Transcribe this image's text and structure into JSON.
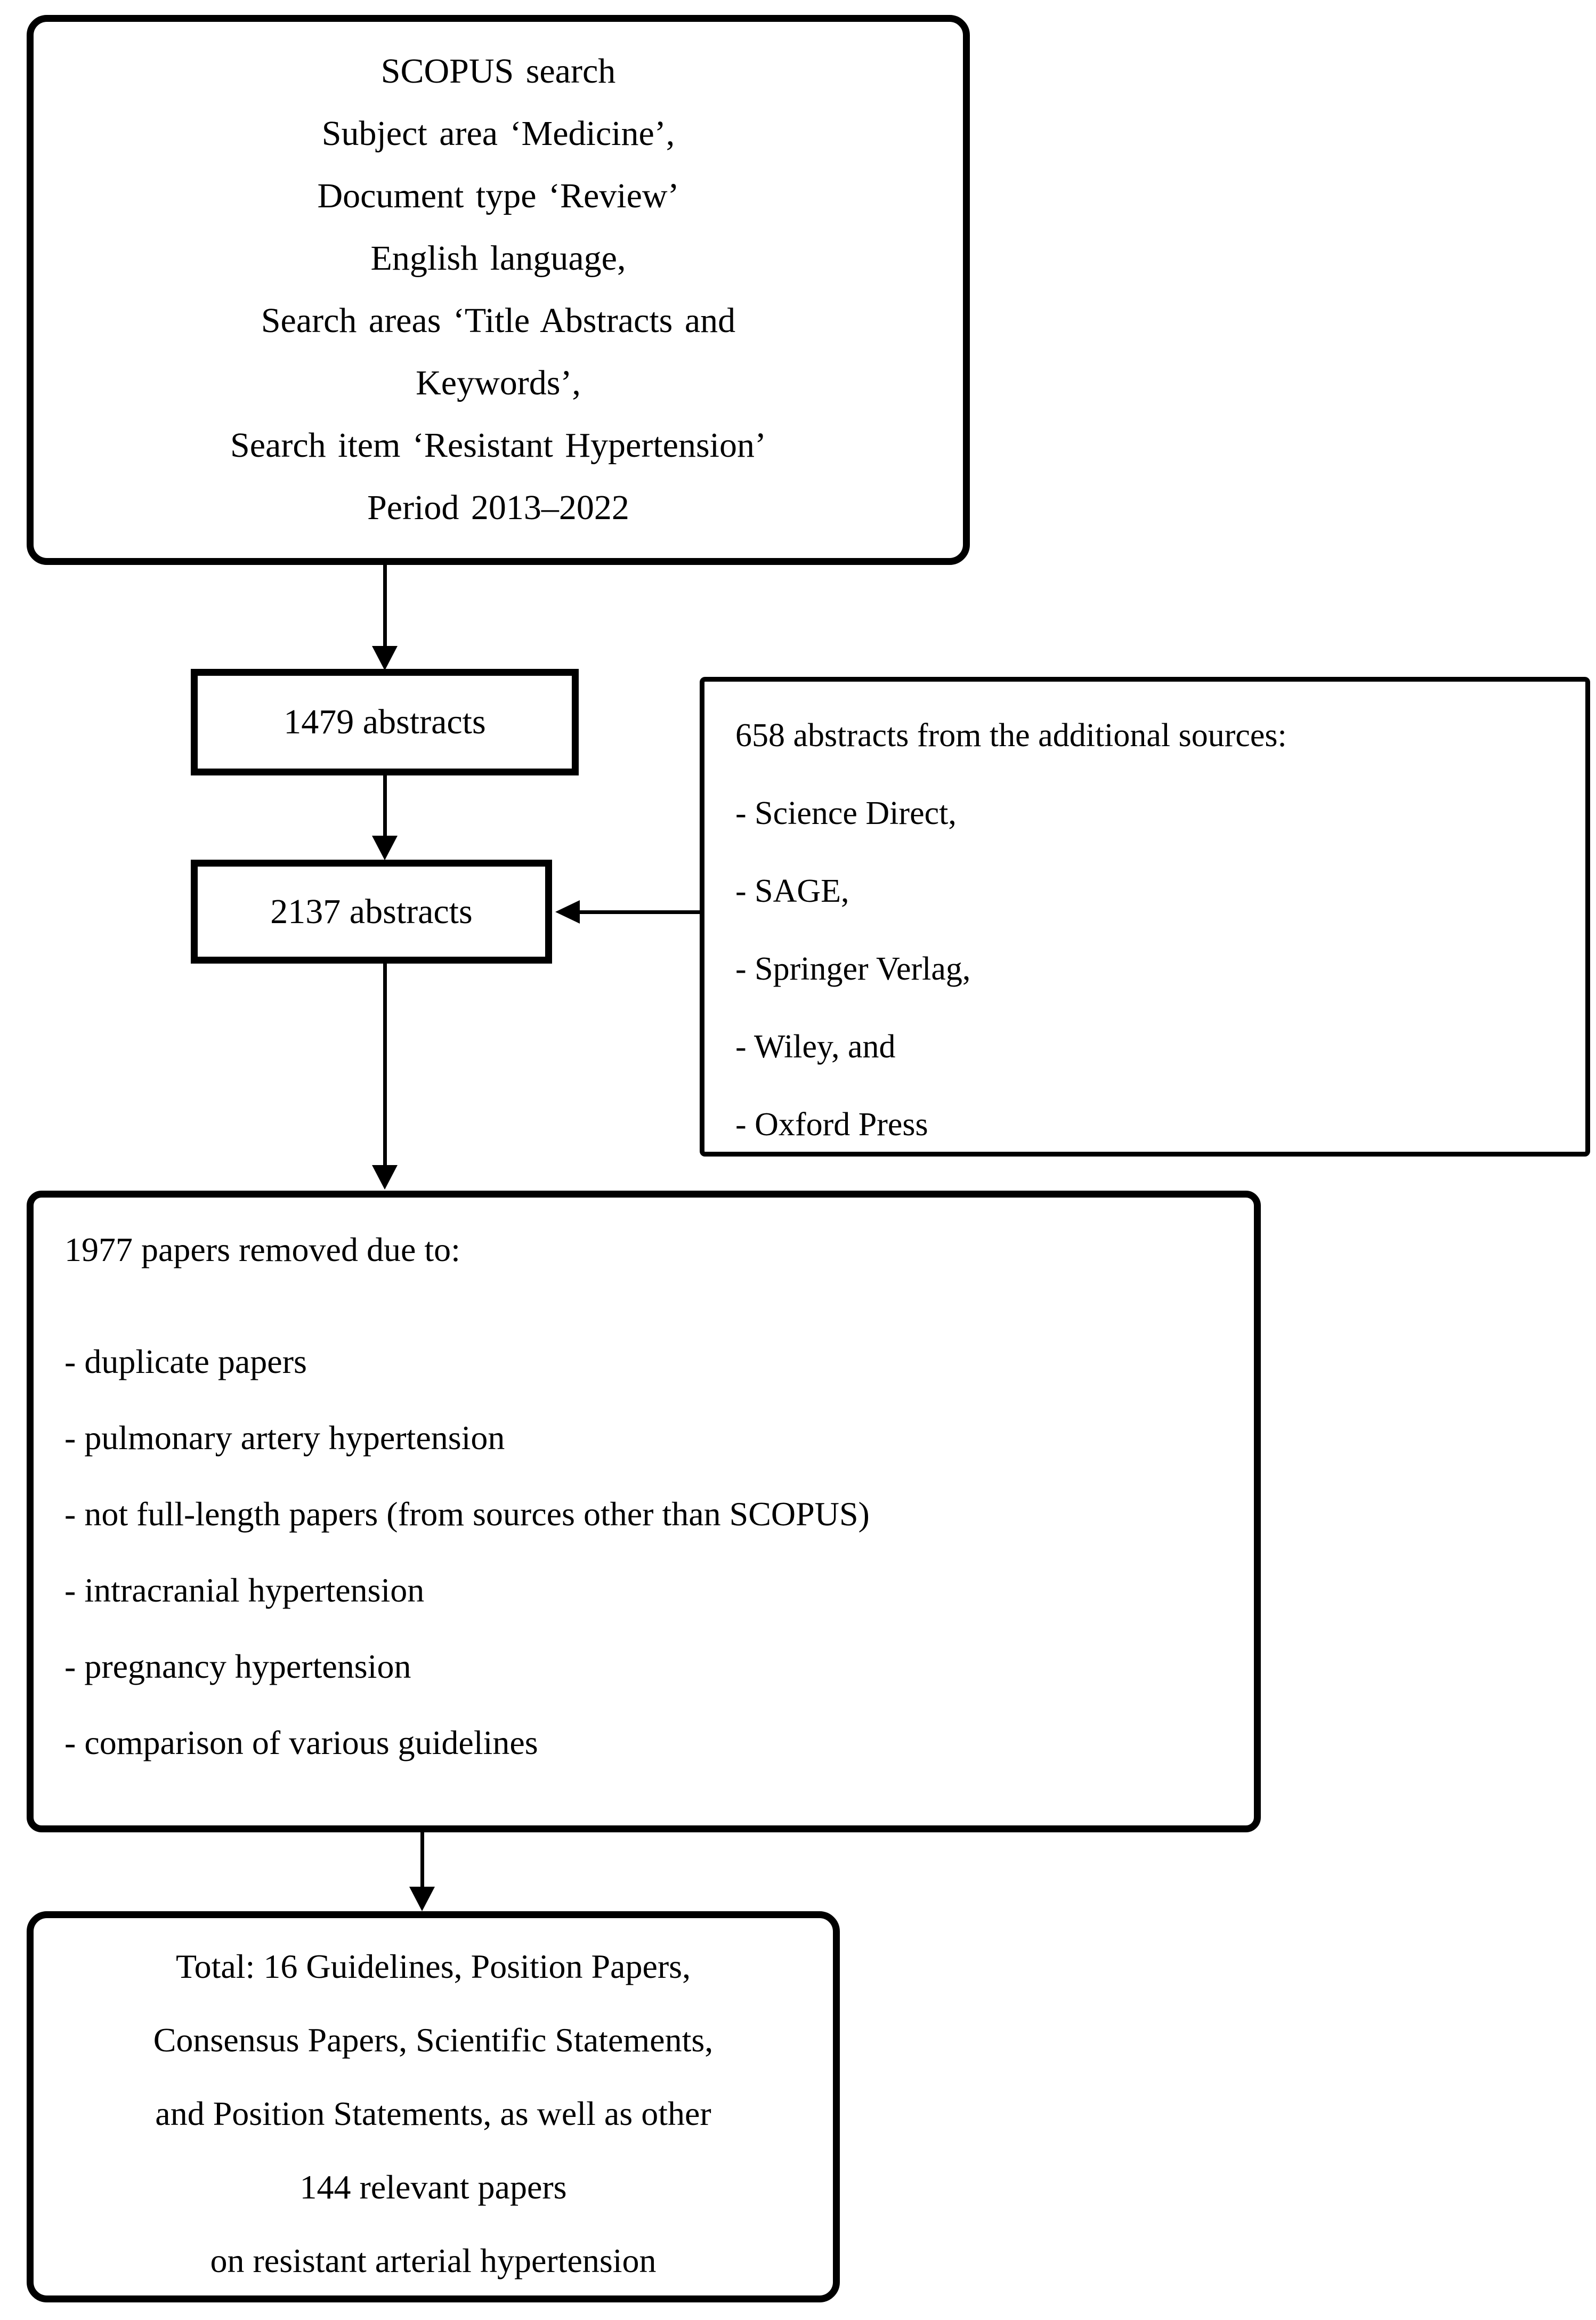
{
  "figure": {
    "background": "#ffffff",
    "line_color": "#000000",
    "text_color": "#000000",
    "boxes": {
      "scopus": {
        "lines": [
          "SCOPUS search",
          "Subject area ‘Medicine’,",
          "Document type ‘Review’",
          "English language,",
          "Search areas ‘Title Abstracts and",
          "Keywords’,",
          "Search item ‘Resistant Hypertension’",
          "Period 2013–2022"
        ]
      },
      "abstracts_1479": {
        "label": "1479 abstracts"
      },
      "abstracts_2137": {
        "label": "2137 abstracts"
      },
      "additional_sources": {
        "title": "658 abstracts from the additional sources:",
        "items": [
          "- Science Direct,",
          "- SAGE,",
          "- Springer Verlag,",
          "- Wiley, and",
          "- Oxford Press"
        ]
      },
      "removed": {
        "title": "1977 papers removed due to:",
        "items": [
          "- duplicate papers",
          "- pulmonary artery hypertension",
          "- not full-length papers (from sources other than SCOPUS)",
          "- intracranial hypertension",
          "- pregnancy hypertension",
          "- comparison of various guidelines"
        ]
      },
      "total": {
        "lines": [
          "Total: 16 Guidelines, Position Papers,",
          "Consensus Papers, Scientific Statements,",
          "and Position Statements, as well as other",
          "144 relevant papers",
          "on resistant arterial hypertension"
        ]
      }
    }
  }
}
